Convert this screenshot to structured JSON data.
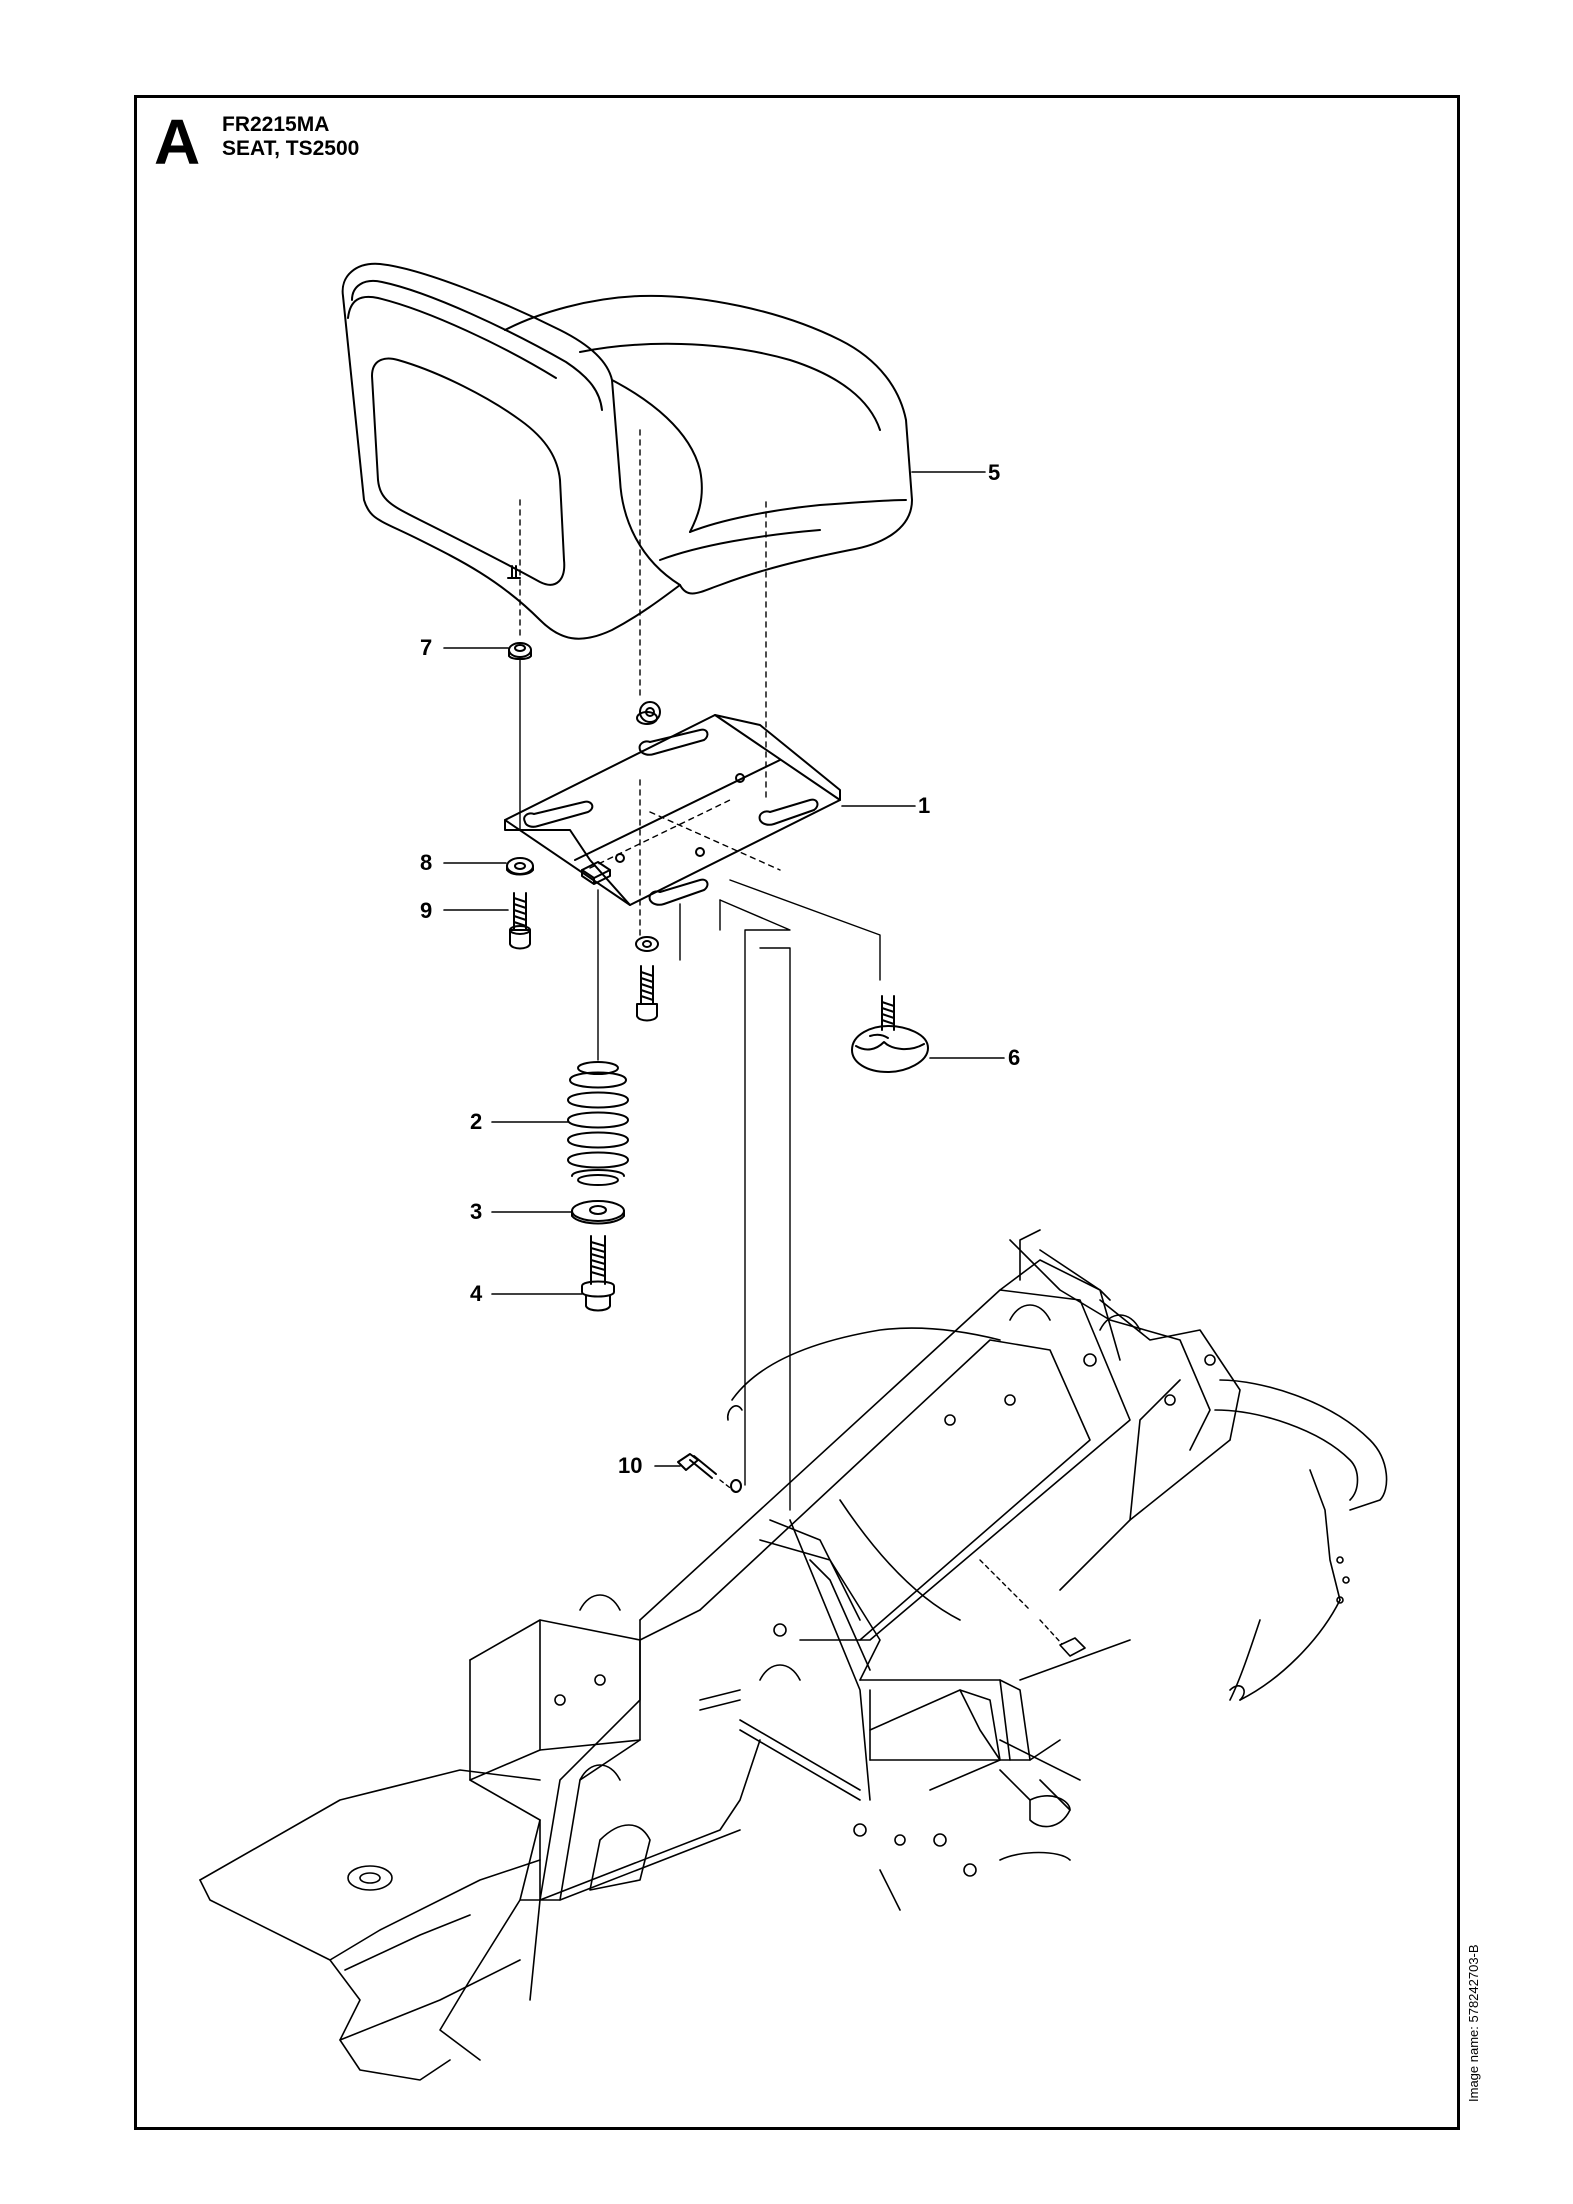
{
  "header": {
    "section_letter": "A",
    "model_code": "FR2215MA",
    "part_title": "SEAT, TS2500"
  },
  "footer": {
    "image_name": "Image name: 578242703-B"
  },
  "callouts": [
    {
      "id": "1",
      "label": "1"
    },
    {
      "id": "2",
      "label": "2"
    },
    {
      "id": "3",
      "label": "3"
    },
    {
      "id": "4",
      "label": "4"
    },
    {
      "id": "5",
      "label": "5"
    },
    {
      "id": "6",
      "label": "6"
    },
    {
      "id": "7",
      "label": "7"
    },
    {
      "id": "8",
      "label": "8"
    },
    {
      "id": "9",
      "label": "9"
    },
    {
      "id": "10",
      "label": "10"
    }
  ],
  "parts": [
    {
      "name": "seat",
      "callout": "5"
    },
    {
      "name": "seat-plate",
      "callout": "1"
    },
    {
      "name": "spring",
      "callout": "2"
    },
    {
      "name": "washer",
      "callout": "3"
    },
    {
      "name": "screw",
      "callout": "4"
    },
    {
      "name": "knob",
      "callout": "6"
    },
    {
      "name": "nut",
      "callout": "7"
    },
    {
      "name": "washer",
      "callout": "8"
    },
    {
      "name": "screw",
      "callout": "9"
    },
    {
      "name": "screw",
      "callout": "10"
    }
  ]
}
